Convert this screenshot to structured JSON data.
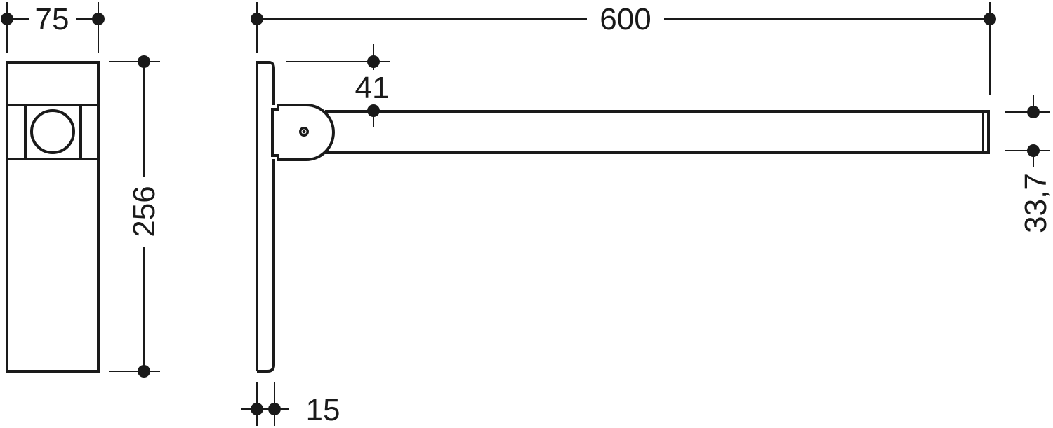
{
  "drawing": {
    "title": "Folding support rail – dimension drawing",
    "dimensions": {
      "width_front": "75",
      "height": "256",
      "length": "600",
      "hinge_offset": "41",
      "tube_diameter": "33,7",
      "plate_thickness": "15"
    },
    "colors": {
      "line": "#1a1a1a",
      "background": "#ffffff"
    }
  }
}
